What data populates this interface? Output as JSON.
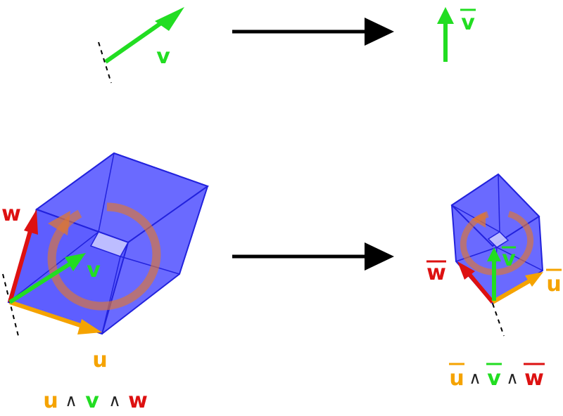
{
  "labels": {
    "v": "v",
    "v_bar": "v",
    "u": "u",
    "w": "w",
    "u_bar": "u",
    "v_bar2": "v",
    "w_bar": "w"
  },
  "formula_left": {
    "u": "u",
    "op1": "∧",
    "v": "v",
    "op2": "∧",
    "w": "w"
  },
  "formula_right": {
    "u": "u",
    "op1": "∧",
    "v": "v",
    "op2": "∧",
    "w": "w"
  },
  "colors": {
    "background": "#ffffff",
    "u": "#f5a300",
    "v": "#22dd22",
    "w": "#dd1111",
    "solid": "#4444ff",
    "rotation": "#dd7733",
    "arrow": "#000000"
  }
}
